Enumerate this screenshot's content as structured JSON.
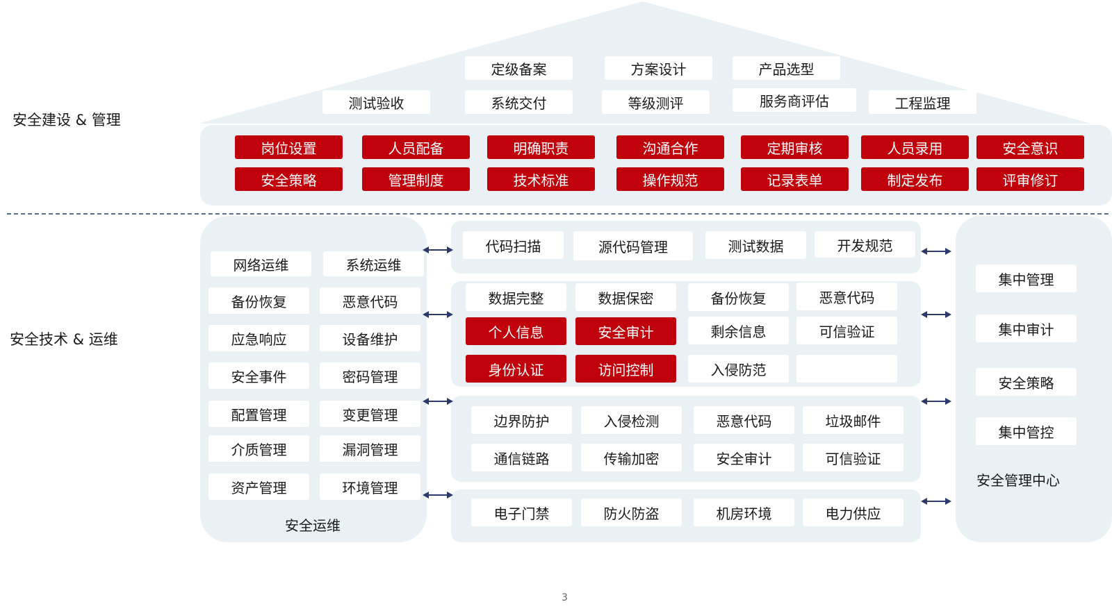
{
  "side_labels": {
    "top": "安全建设 & 管理",
    "bottom": "安全技术 & 运维"
  },
  "roof": {
    "row1": [
      "定级备案",
      "方案设计",
      "产品选型"
    ],
    "row2": [
      "测试验收",
      "系统交付",
      "等级测评",
      "服务商评估",
      "工程监理"
    ]
  },
  "management": {
    "row1": [
      "岗位设置",
      "人员配备",
      "明确职责",
      "沟通合作",
      "定期审核",
      "人员录用",
      "安全意识"
    ],
    "row2": [
      "安全策略",
      "管理制度",
      "技术标准",
      "操作规范",
      "记录表单",
      "制定发布",
      "评审修订"
    ]
  },
  "ops": {
    "items": [
      "网络运维",
      "系统运维",
      "备份恢复",
      "恶意代码",
      "应急响应",
      "设备维护",
      "安全事件",
      "密码管理",
      "配置管理",
      "变更管理",
      "介质管理",
      "漏洞管理",
      "资产管理",
      "环境管理"
    ],
    "caption": "安全运维"
  },
  "dev": [
    "代码扫描",
    "源代码管理",
    "测试数据",
    "开发规范"
  ],
  "data_sec": {
    "row1": [
      "数据完整",
      "数据保密",
      "备份恢复",
      "恶意代码"
    ],
    "row2": [
      "个人信息",
      "安全审计",
      "剩余信息",
      "可信验证"
    ],
    "row3": [
      "身份认证",
      "访问控制",
      "入侵防范",
      ""
    ]
  },
  "network": {
    "row1": [
      "边界防护",
      "入侵检测",
      "恶意代码",
      "垃圾邮件"
    ],
    "row2": [
      "通信链路",
      "传输加密",
      "安全审计",
      "可信验证"
    ]
  },
  "physical": [
    "电子门禁",
    "防火防盗",
    "机房环境",
    "电力供应"
  ],
  "center": {
    "items": [
      "集中管理",
      "集中审计",
      "安全策略",
      "集中管控"
    ],
    "caption": "安全管理中心"
  },
  "page_number": "3",
  "colors": {
    "accent_red": "#c0000b",
    "panel": "#e9f1f5",
    "arrow": "#2b3a6b"
  }
}
